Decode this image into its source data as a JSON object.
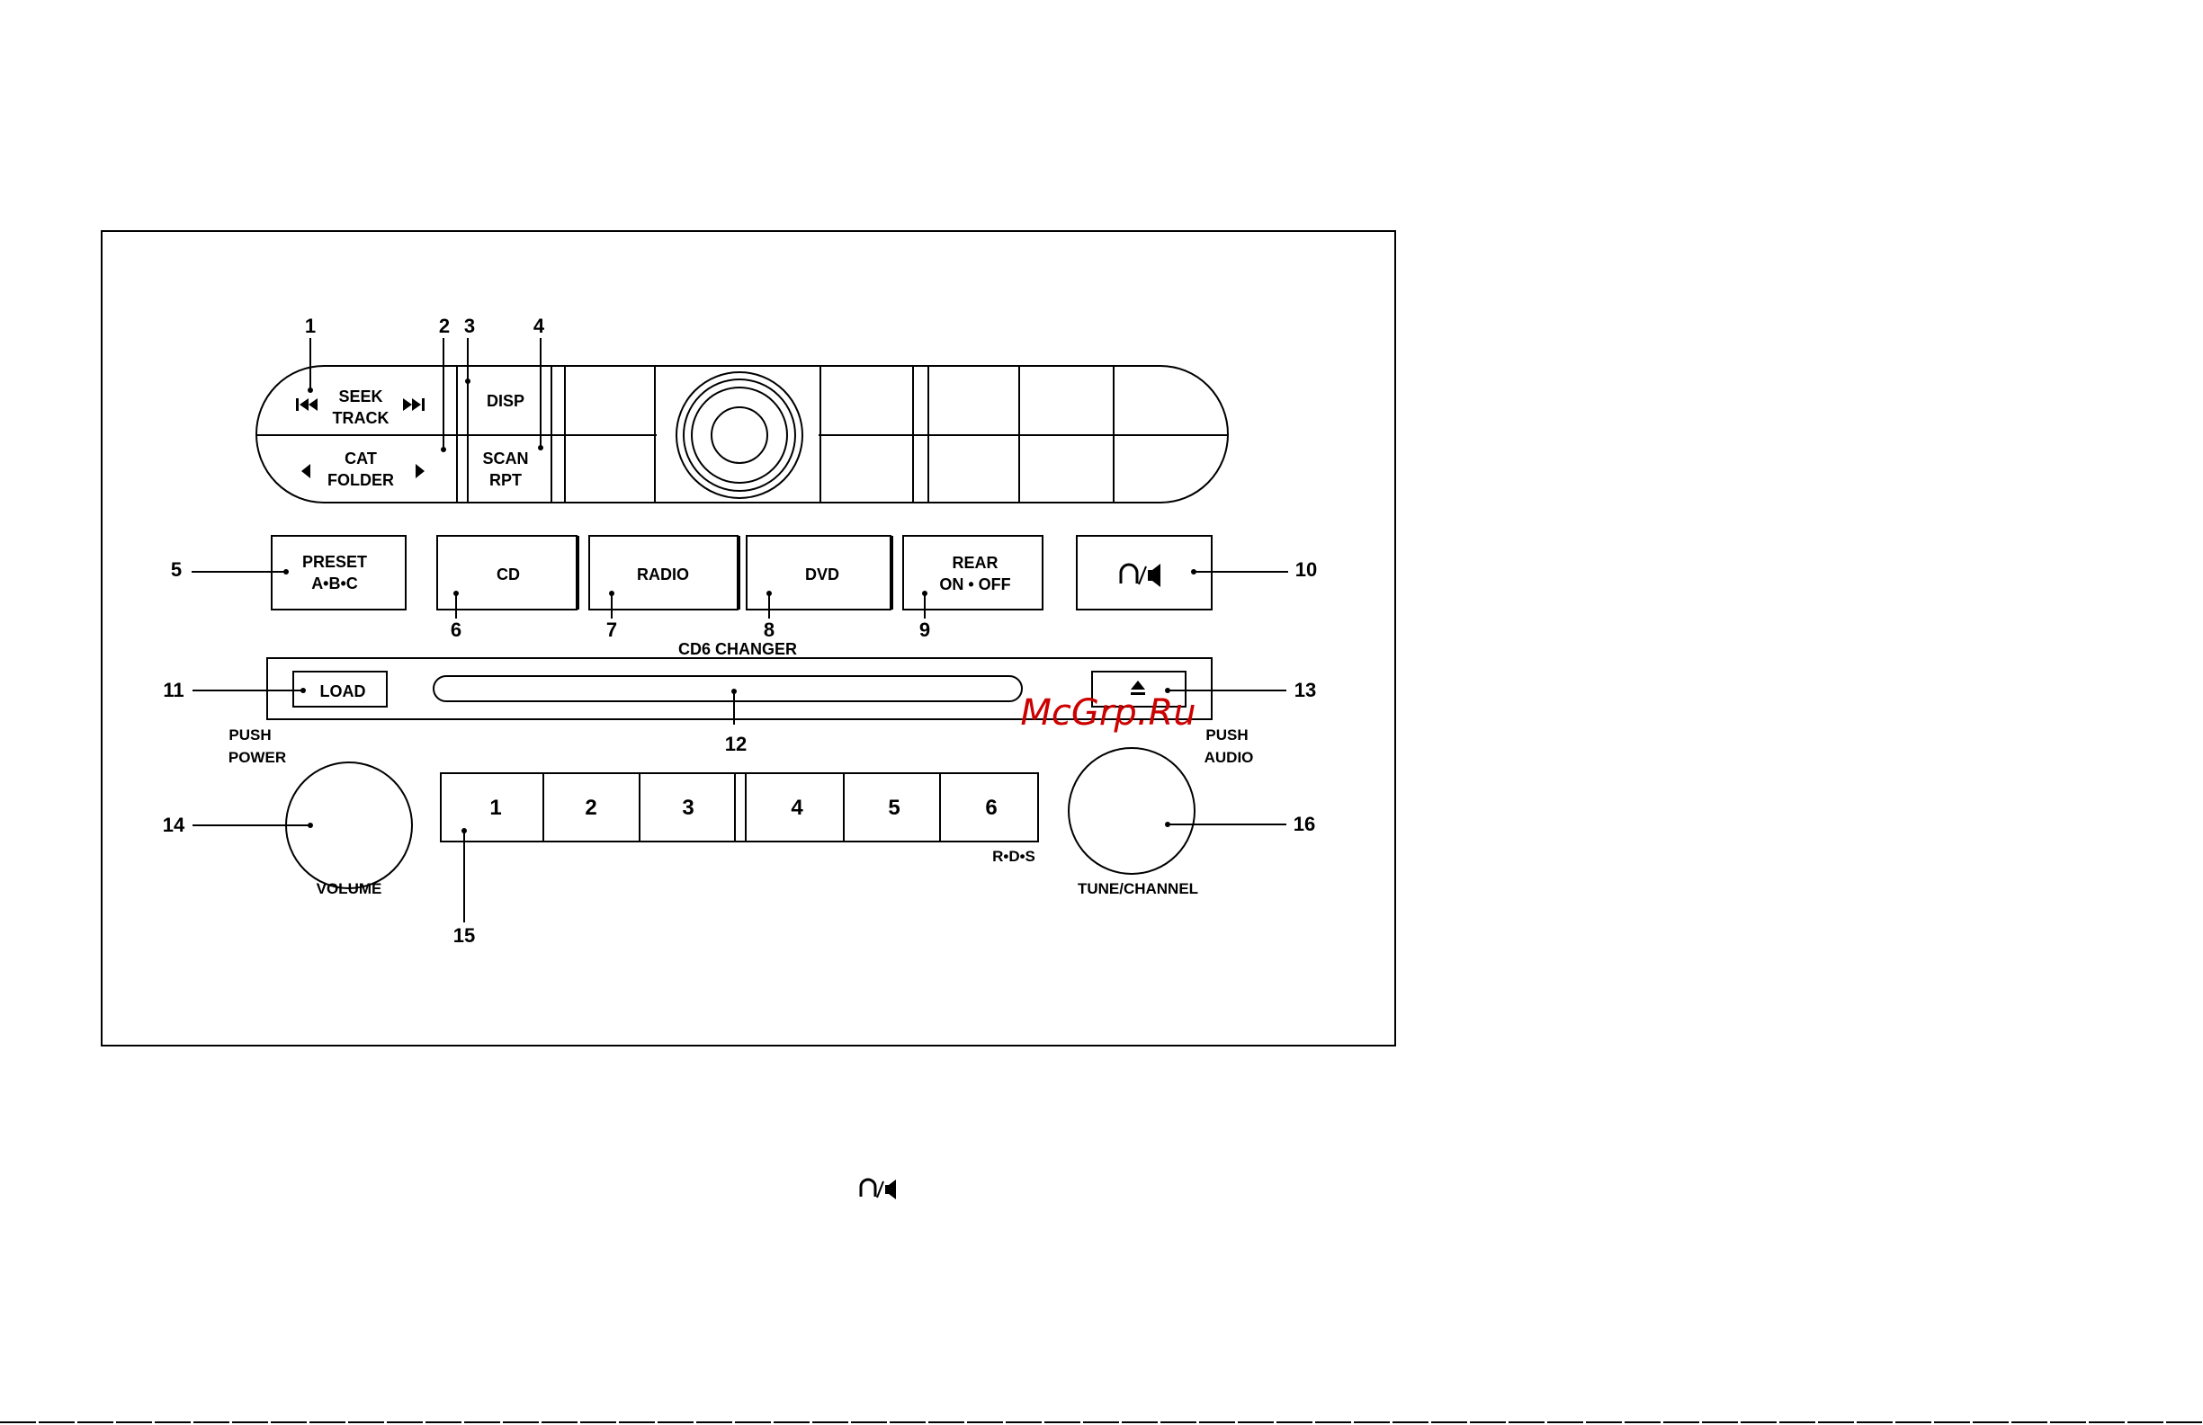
{
  "callouts": {
    "c1": "1",
    "c2": "2",
    "c3": "3",
    "c4": "4",
    "c5": "5",
    "c6": "6",
    "c7": "7",
    "c8": "8",
    "c9": "9",
    "c10": "10",
    "c11": "11",
    "c12": "12",
    "c13": "13",
    "c14": "14",
    "c15": "15",
    "c16": "16"
  },
  "top_unit": {
    "seek": "SEEK",
    "track": "TRACK",
    "cat": "CAT",
    "folder": "FOLDER",
    "disp": "DISP",
    "scan": "SCAN",
    "rpt": "RPT"
  },
  "row2": {
    "preset_line1": "PRESET",
    "preset_line2": "A•B•C",
    "cd": "CD",
    "radio": "RADIO",
    "dvd": "DVD",
    "rear_line1": "REAR",
    "rear_line2": "ON • OFF",
    "cd6_changer": "CD6 CHANGER"
  },
  "row3": {
    "load": "LOAD",
    "push_power_1": "PUSH",
    "push_power_2": "POWER",
    "push_audio_1": "PUSH",
    "push_audio_2": "AUDIO"
  },
  "row4": {
    "presets": [
      "1",
      "2",
      "3",
      "4",
      "5",
      "6"
    ],
    "rds": "R•D•S",
    "volume": "VOLUME",
    "tune": "TUNE/CHANNEL"
  },
  "icons": [
    "seek-back-icon",
    "seek-forward-icon",
    "left-arrow-icon",
    "right-arrow-icon",
    "headphone-speaker-icon",
    "eject-icon",
    "disc-icon"
  ],
  "watermark": "McGrp.Ru"
}
